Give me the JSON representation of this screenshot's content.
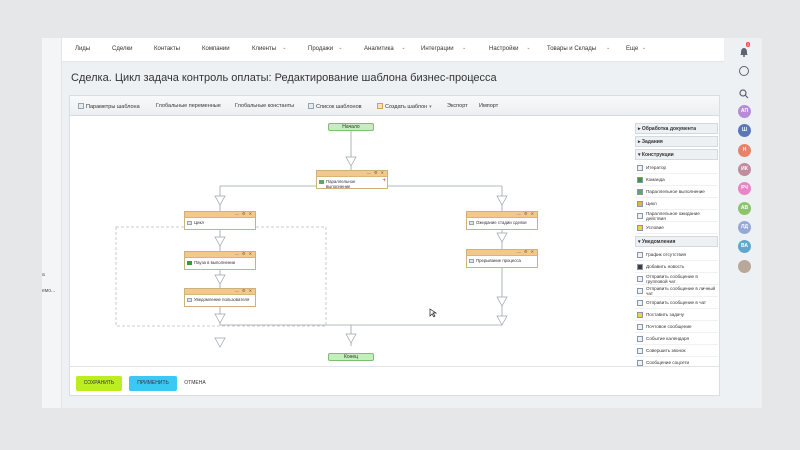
{
  "left_strip": {
    "item1": "а",
    "item2": "емо..."
  },
  "topnav": {
    "items": [
      {
        "label": "Лиды",
        "dd": false
      },
      {
        "label": "Сделки",
        "dd": false
      },
      {
        "label": "Контакты",
        "dd": false
      },
      {
        "label": "Компании",
        "dd": false
      },
      {
        "label": "Клиенты",
        "dd": true
      },
      {
        "label": "Продажи",
        "dd": true
      },
      {
        "label": "Аналитика",
        "dd": true
      },
      {
        "label": "Интеграции",
        "dd": true
      },
      {
        "label": "Настройки",
        "dd": true
      },
      {
        "label": "Товары и Склады",
        "dd": true
      },
      {
        "label": "Еще",
        "dd": true
      }
    ],
    "caret": "⌄"
  },
  "page": {
    "title": "Сделка. Цикл задача контроль оплаты: Редактирование шаблона бизнес-процесса",
    "star": "☆"
  },
  "toolbar": {
    "params": "Параметры шаблона",
    "globals": "Глобальные переменные",
    "constants": "Глобальные константы",
    "templates": "Список шаблонов",
    "create": "Создать шаблон",
    "export": "Экспорт",
    "import": "Импорт"
  },
  "workflow": {
    "start": "Начало",
    "end": "Конец",
    "block_controls": "— ⚙ ✕",
    "plus": "+",
    "parallel": "Параллельное выполнение",
    "cycle": "Цикл",
    "pause": "Пауза в выполнении",
    "notify": "Уведомление пользователя",
    "wait": "Ожидание стадии сделки",
    "stop": "Прерывание процесса"
  },
  "panel": {
    "sec_doc": "▸ Обработка документа",
    "sec_tasks": "▸ Задания",
    "sec_constructs": "▾ Конструкции",
    "constructs": [
      "Итератор",
      "Команда",
      "Параллельное выполнение",
      "Цикл",
      "Параллельное ожидание действия",
      "Условие"
    ],
    "sec_notify": "▾ Уведомления",
    "notifications": [
      "График отсутствия",
      "Добавить новость",
      "Отправить сообщение в групповой чат",
      "Отправить сообщение в личный чат",
      "Отправить сообщение в чат",
      "Поставить задачу",
      "Почтовое сообщение",
      "Событие календаря",
      "Совершить звонок",
      "Сообщение соцсети"
    ]
  },
  "footer": {
    "save": "СОХРАНИТЬ",
    "apply": "ПРИМЕНИТЬ",
    "cancel": "ОТМЕНА"
  },
  "rightbar": {
    "bell_badge": "2",
    "avatars": [
      "АП",
      "Ш",
      "Н",
      "ИК",
      "РЧ",
      "АВ",
      "ЛД",
      "ВА"
    ],
    "avatar_colors": [
      "#b78bd8",
      "#5b78b6",
      "#e8836a",
      "#c28c9e",
      "#e785c6",
      "#8bc46b",
      "#95a8d8",
      "#5fa7cf"
    ]
  },
  "colors": {
    "accent_save": "#bbed21",
    "accent_apply": "#3bc8f5",
    "block_header": "#f3c98a",
    "start_end": "#c7ecc0"
  }
}
